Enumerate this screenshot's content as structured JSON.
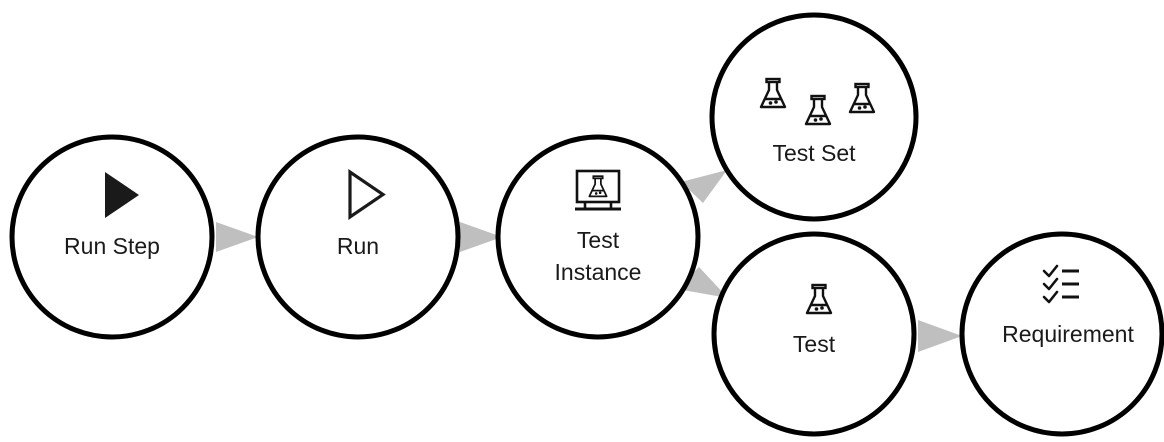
{
  "diagram": {
    "nodes": {
      "run_step": {
        "label": "Run Step",
        "icon": "play-filled-icon"
      },
      "run": {
        "label": "Run",
        "icon": "play-outline-icon"
      },
      "test_instance": {
        "label_line1": "Test",
        "label_line2": "Instance",
        "icon": "monitor-flask-icon"
      },
      "test_set": {
        "label": "Test Set",
        "icon": "three-flasks-icon"
      },
      "test": {
        "label": "Test",
        "icon": "flask-icon"
      },
      "requirement": {
        "label": "Requirement",
        "icon": "checklist-icon"
      }
    },
    "colors": {
      "circle_stroke": "#000000",
      "arrow_fill": "#bfbfbf",
      "text": "#1a1a1a"
    }
  }
}
